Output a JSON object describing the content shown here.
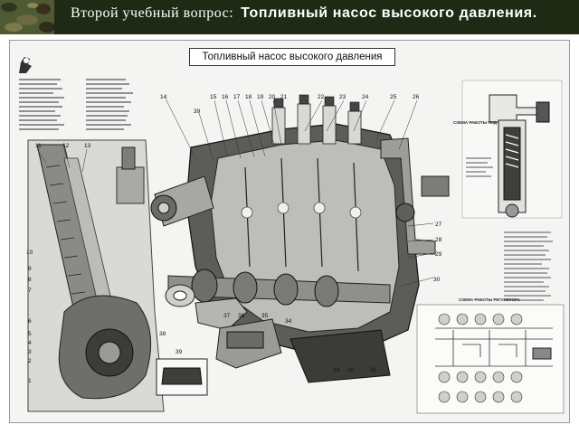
{
  "header": {
    "question": "Второй учебный вопрос:",
    "topic": "Топливный насос высокого давления."
  },
  "poster": {
    "title": "Топливный насос высокого давления",
    "scheme_pnd_label": "СХЕМА РАБОТЫ ПНД",
    "scheme_regulator_label": "СХЕМА РАБОТЫ РЕГУЛЯТОРА",
    "callouts_top": [
      "14",
      "39",
      "15",
      "16",
      "17",
      "18",
      "19",
      "20",
      "21",
      "22",
      "23",
      "24",
      "25",
      "26"
    ],
    "callouts_left": [
      "11",
      "12",
      "13",
      "10",
      "9",
      "8",
      "7",
      "6",
      "5",
      "4",
      "3",
      "2",
      "1"
    ],
    "callouts_right": [
      "27",
      "28",
      "29",
      "30",
      "31",
      "32",
      "33",
      "34",
      "35",
      "36",
      "37",
      "38"
    ],
    "callouts_extra": [
      "39"
    ]
  },
  "colors": {
    "header_bg": "#1f2a14",
    "header_text": "#ffffff",
    "poster_bg": "#f4f4f2"
  }
}
